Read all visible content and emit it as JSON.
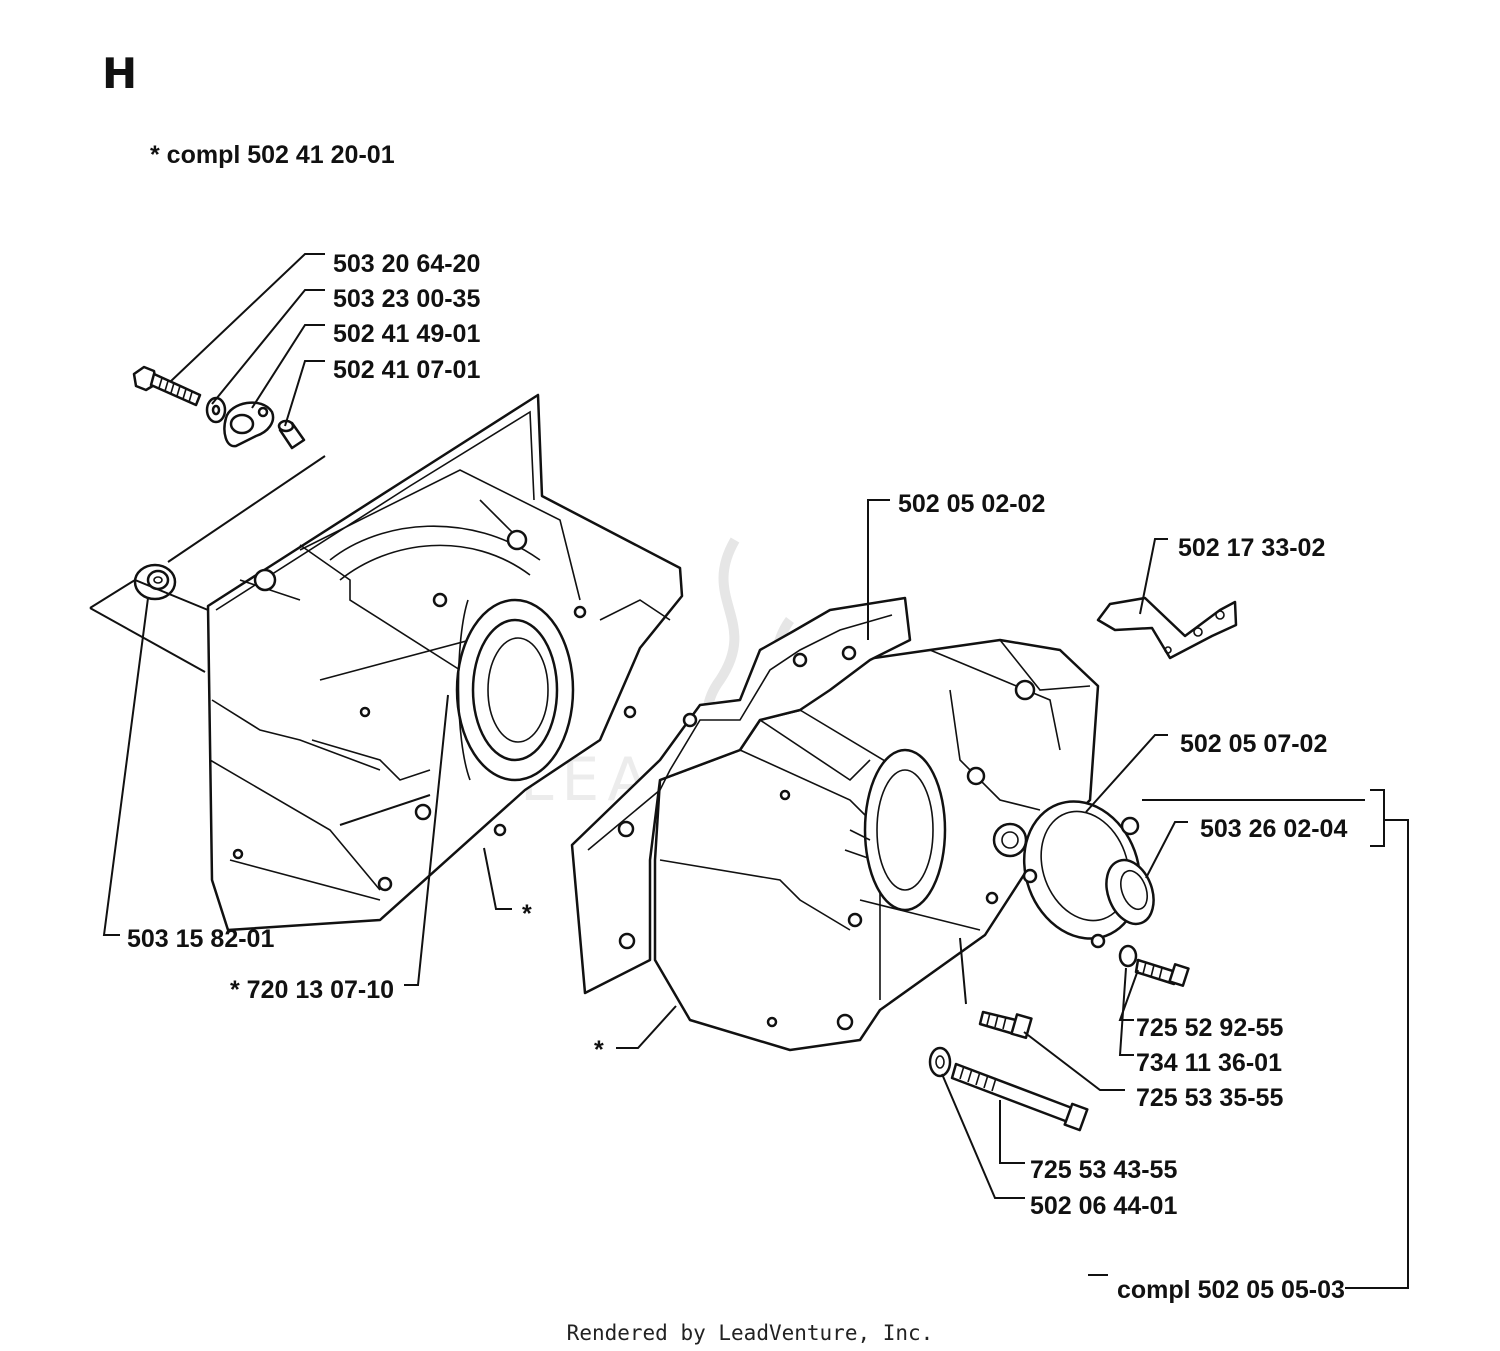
{
  "section_letter": "H",
  "assembly_note": "*  compl 502 41 20-01",
  "footer": "Rendered by LeadVenture, Inc.",
  "watermark": "LEADVENTURE",
  "colors": {
    "ink": "#111111",
    "background": "#ffffff",
    "watermark": "#e6e6e6"
  },
  "labels": {
    "p_503_20_64_20": "503 20 64-20",
    "p_503_23_00_35": "503 23 00-35",
    "p_502_41_49_01": "502 41 49-01",
    "p_502_41_07_01": "502 41 07-01",
    "p_503_15_82_01": "503 15 82-01",
    "p_720_13_07_10": "*  720 13 07-10",
    "star_left": "*",
    "star_right": "*",
    "p_502_05_02_02": "502 05 02-02",
    "p_502_17_33_02": "502 17 33-02",
    "p_502_05_07_02": "502 05 07-02",
    "p_503_26_02_04": "503 26 02-04",
    "p_725_52_92_55": "725 52 92-55",
    "p_734_11_36_01": "734 11 36-01",
    "p_725_53_35_55": "725 53 35-55",
    "p_725_53_43_55": "725 53 43-55",
    "p_502_06_44_01": "502 06 44-01",
    "compl_502_05_05_03": "compl 502 05 05-03"
  }
}
